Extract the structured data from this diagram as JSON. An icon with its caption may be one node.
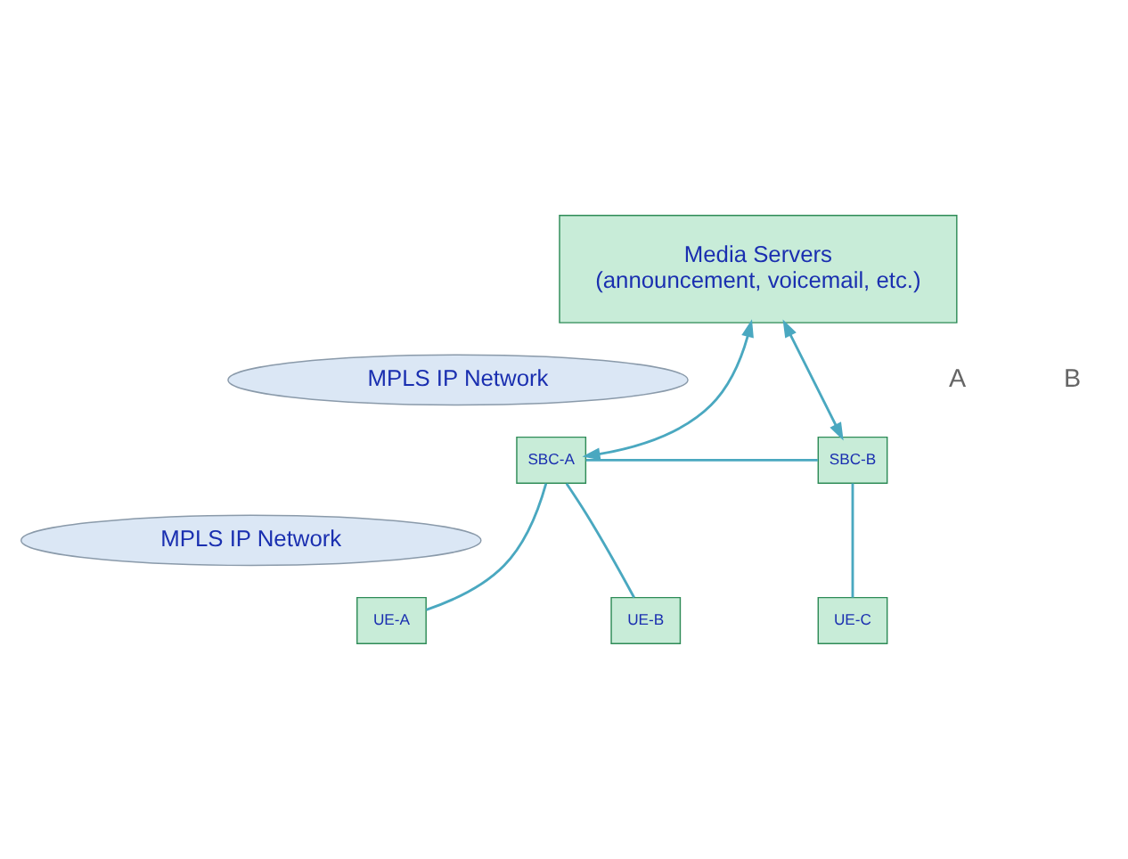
{
  "diagram": {
    "nodes": [
      {
        "text": [
          "Media Servers",
          "(announcement, voicemail, etc.)"
        ]
      },
      {
        "text": [
          "MPLS IP Network"
        ]
      },
      {
        "text": [
          "SBC-A"
        ]
      },
      {
        "text": [
          "SBC-B"
        ]
      },
      {
        "text": [
          "MPLS IP Network"
        ]
      },
      {
        "text": [
          "UE-A"
        ]
      },
      {
        "text": [
          "UE-B"
        ]
      },
      {
        "text": [
          "UE-C"
        ]
      }
    ],
    "edges": [
      {
        "from": 2,
        "to": 0,
        "arrow": "both"
      },
      {
        "from": 3,
        "to": 0,
        "arrow": "both"
      },
      {
        "from": 2,
        "to": 3,
        "arrow": "none"
      },
      {
        "from": 2,
        "to": 5,
        "arrow": "none"
      },
      {
        "from": 2,
        "to": 6,
        "arrow": "none"
      },
      {
        "from": 3,
        "to": 7,
        "arrow": "none"
      }
    ],
    "labels": [
      "A",
      "B"
    ]
  }
}
